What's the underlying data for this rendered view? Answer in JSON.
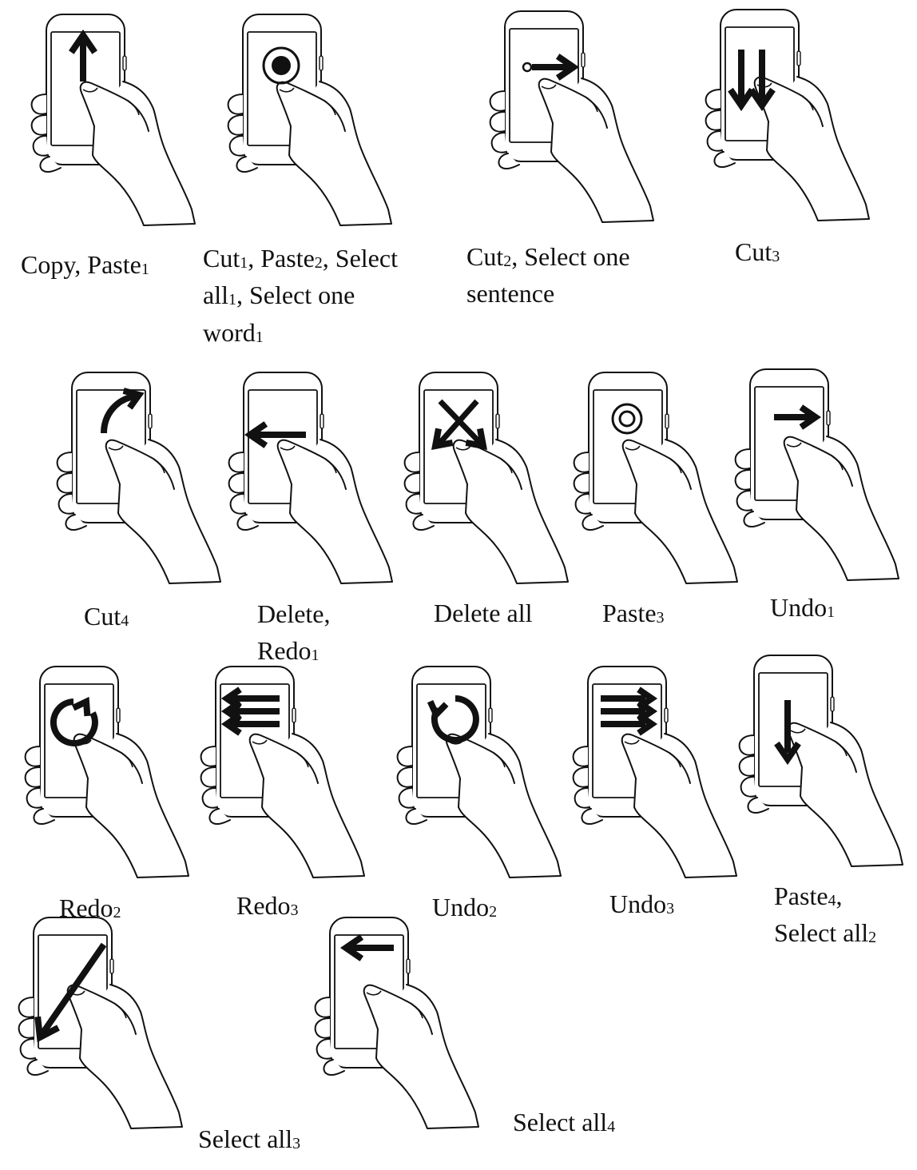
{
  "colors": {
    "ink": "#111111",
    "hand_fill": "#ffffff",
    "screen_fill": "#ffffff"
  },
  "gestures": [
    {
      "id": "g1",
      "icon": "arrow-up-icon",
      "caption": [
        [
          {
            "t": "Copy, Paste"
          },
          {
            "s": "1"
          }
        ]
      ]
    },
    {
      "id": "g2",
      "icon": "double-circle-tap-icon",
      "caption": [
        [
          {
            "t": "Cut"
          },
          {
            "s": "1"
          },
          {
            "t": ", Paste"
          },
          {
            "s": "2"
          },
          {
            "t": ", Select"
          }
        ],
        [
          {
            "t": "all"
          },
          {
            "s": "1"
          },
          {
            "t": ", Select one"
          }
        ],
        [
          {
            "t": "word"
          },
          {
            "s": "1"
          }
        ]
      ]
    },
    {
      "id": "g3",
      "icon": "arrow-right-from-dot-icon",
      "caption": [
        [
          {
            "t": "Cut"
          },
          {
            "s": "2"
          },
          {
            "t": ", Select one"
          }
        ],
        [
          {
            "t": "sentence"
          }
        ]
      ]
    },
    {
      "id": "g4",
      "icon": "double-arrow-down-icon",
      "caption": [
        [
          {
            "t": "Cut"
          },
          {
            "s": "3"
          }
        ]
      ]
    },
    {
      "id": "g5",
      "icon": "curved-arrow-up-right-icon",
      "caption": [
        [
          {
            "t": "Cut"
          },
          {
            "s": "4"
          }
        ]
      ]
    },
    {
      "id": "g6",
      "icon": "arrow-left-icon",
      "caption": [
        [
          {
            "t": "Delete,"
          }
        ],
        [
          {
            "t": "Redo"
          },
          {
            "s": "1"
          }
        ]
      ]
    },
    {
      "id": "g7",
      "icon": "x-scribble-arrow-icon",
      "caption": [
        [
          {
            "t": "Delete all"
          }
        ]
      ]
    },
    {
      "id": "g8",
      "icon": "double-circle-icon",
      "caption": [
        [
          {
            "t": "Paste"
          },
          {
            "s": "3"
          }
        ]
      ]
    },
    {
      "id": "g9",
      "icon": "arrow-right-icon",
      "caption": [
        [
          {
            "t": "Undo"
          },
          {
            "s": "1"
          }
        ]
      ]
    },
    {
      "id": "g10",
      "icon": "circular-arrow-clockwise-icon",
      "caption": [
        [
          {
            "t": "Redo"
          },
          {
            "s": "2"
          }
        ]
      ]
    },
    {
      "id": "g11",
      "icon": "triple-arrow-left-icon",
      "caption": [
        [
          {
            "t": "Redo"
          },
          {
            "s": "3"
          }
        ]
      ]
    },
    {
      "id": "g12",
      "icon": "circular-arrow-counterclockwise-icon",
      "caption": [
        [
          {
            "t": "Undo"
          },
          {
            "s": "2"
          }
        ]
      ]
    },
    {
      "id": "g13",
      "icon": "triple-arrow-right-icon",
      "caption": [
        [
          {
            "t": "Undo"
          },
          {
            "s": "3"
          }
        ]
      ]
    },
    {
      "id": "g14",
      "icon": "arrow-down-icon",
      "caption": [
        [
          {
            "t": "Paste"
          },
          {
            "s": "4"
          },
          {
            "t": ","
          }
        ],
        [
          {
            "t": "Select all"
          },
          {
            "s": "2"
          }
        ]
      ]
    },
    {
      "id": "g15",
      "icon": "diagonal-arrow-down-left-icon",
      "caption": [
        [
          {
            "t": "Select all"
          },
          {
            "s": "3"
          }
        ]
      ]
    },
    {
      "id": "g16",
      "icon": "arrow-left-top-icon",
      "caption": [
        [
          {
            "t": "Select all"
          },
          {
            "s": "4"
          }
        ]
      ]
    }
  ]
}
